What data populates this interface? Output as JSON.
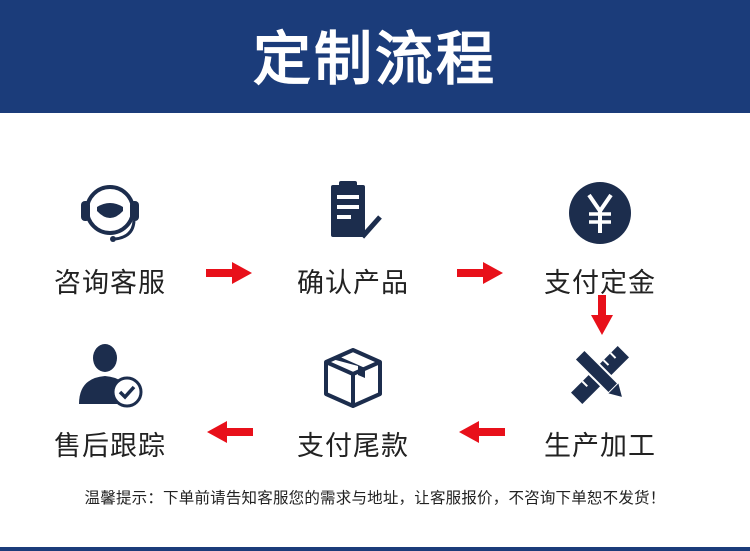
{
  "header": {
    "title": "定制流程"
  },
  "steps": [
    {
      "label": "咨询客服",
      "icon": "headset-customer-service-icon"
    },
    {
      "label": "确认产品",
      "icon": "clipboard-check-icon"
    },
    {
      "label": "支付定金",
      "icon": "yen-coin-icon"
    },
    {
      "label": "生产加工",
      "icon": "pencil-ruler-icon"
    },
    {
      "label": "支付尾款",
      "icon": "package-box-icon"
    },
    {
      "label": "售后跟踪",
      "icon": "user-check-icon"
    }
  ],
  "note": "温馨提示：下单前请告知客服您的需求与地址，让客服报价，不咨询下单恕不发货！",
  "colors": {
    "header_bg": "#1b3c7a",
    "icon": "#1c2d4d",
    "arrow": "#e8101a",
    "text": "#222222"
  }
}
